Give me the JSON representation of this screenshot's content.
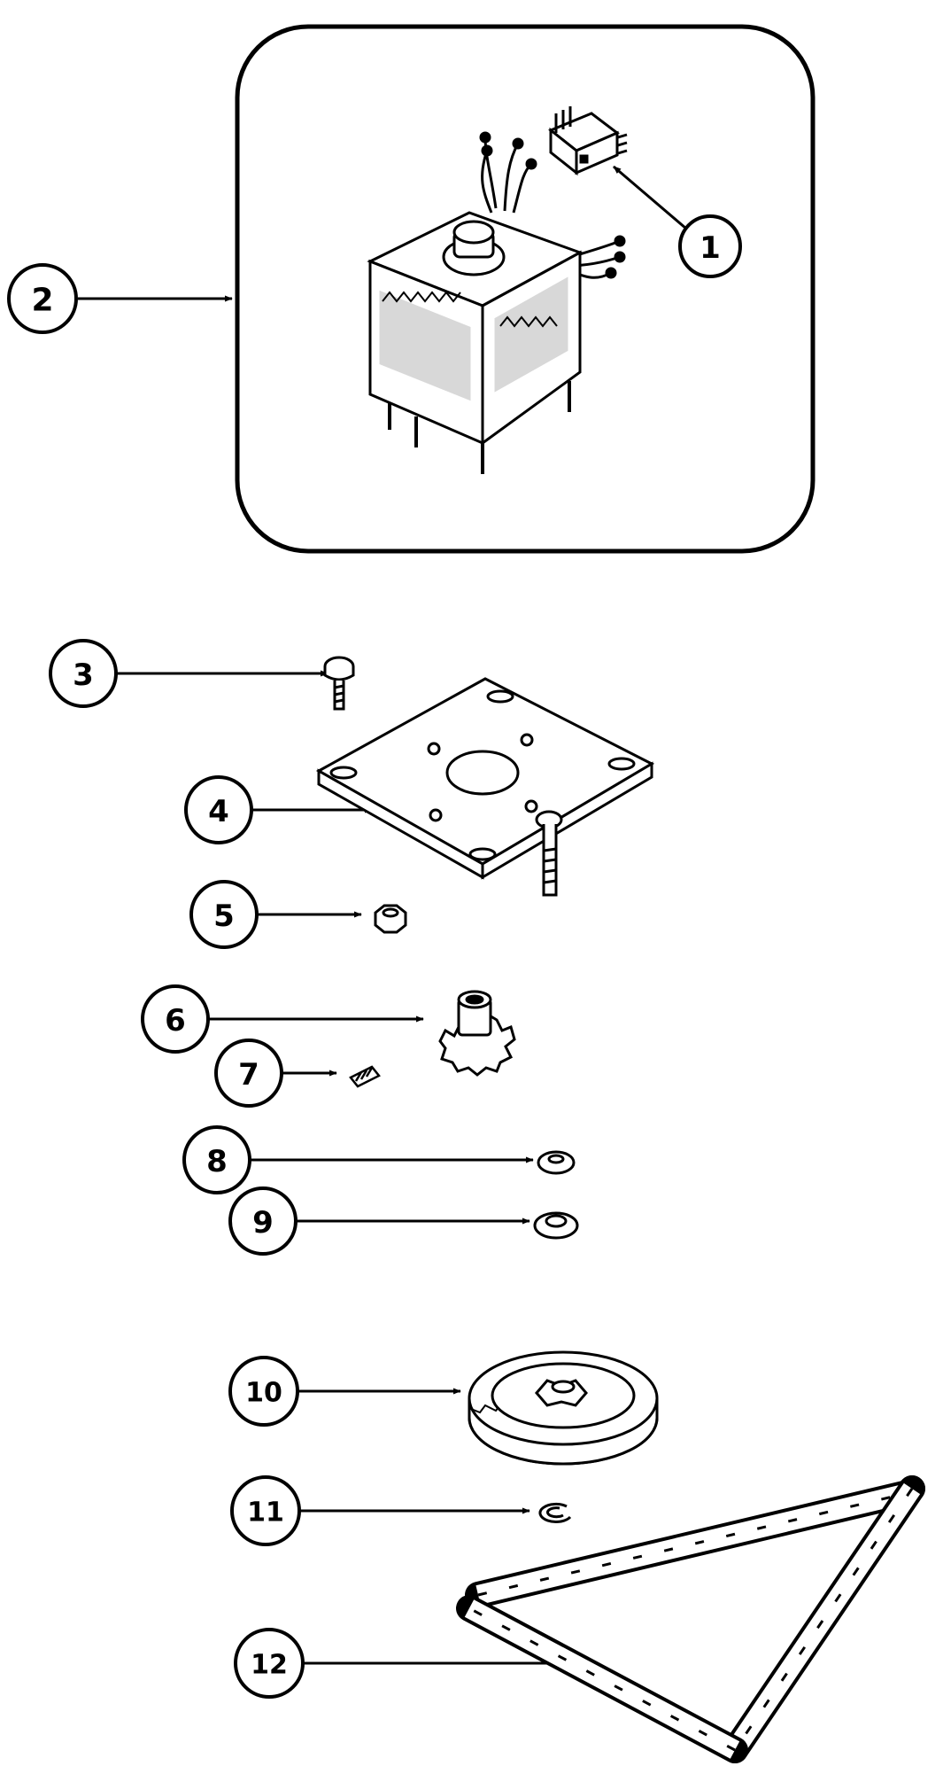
{
  "diagram": {
    "style": "exploded parts diagram, black line art on white",
    "colors": {
      "line": "#000000",
      "background": "#ffffff"
    },
    "callouts": [
      {
        "number": "1",
        "part_icon": "motor-switch-icon"
      },
      {
        "number": "2",
        "part_icon": "drive-motor-icon"
      },
      {
        "number": "3",
        "part_icon": "screw-icon"
      },
      {
        "number": "4",
        "part_icon": "mounting-plate-icon"
      },
      {
        "number": "5",
        "part_icon": "hex-nut-icon"
      },
      {
        "number": "6",
        "part_icon": "drive-sprocket-icon"
      },
      {
        "number": "7",
        "part_icon": "set-screw-icon"
      },
      {
        "number": "8",
        "part_icon": "washer-icon"
      },
      {
        "number": "9",
        "part_icon": "washer-icon"
      },
      {
        "number": "10",
        "part_icon": "driven-sprocket-icon"
      },
      {
        "number": "11",
        "part_icon": "retaining-ring-icon"
      },
      {
        "number": "12",
        "part_icon": "drive-chain-icon"
      }
    ]
  }
}
